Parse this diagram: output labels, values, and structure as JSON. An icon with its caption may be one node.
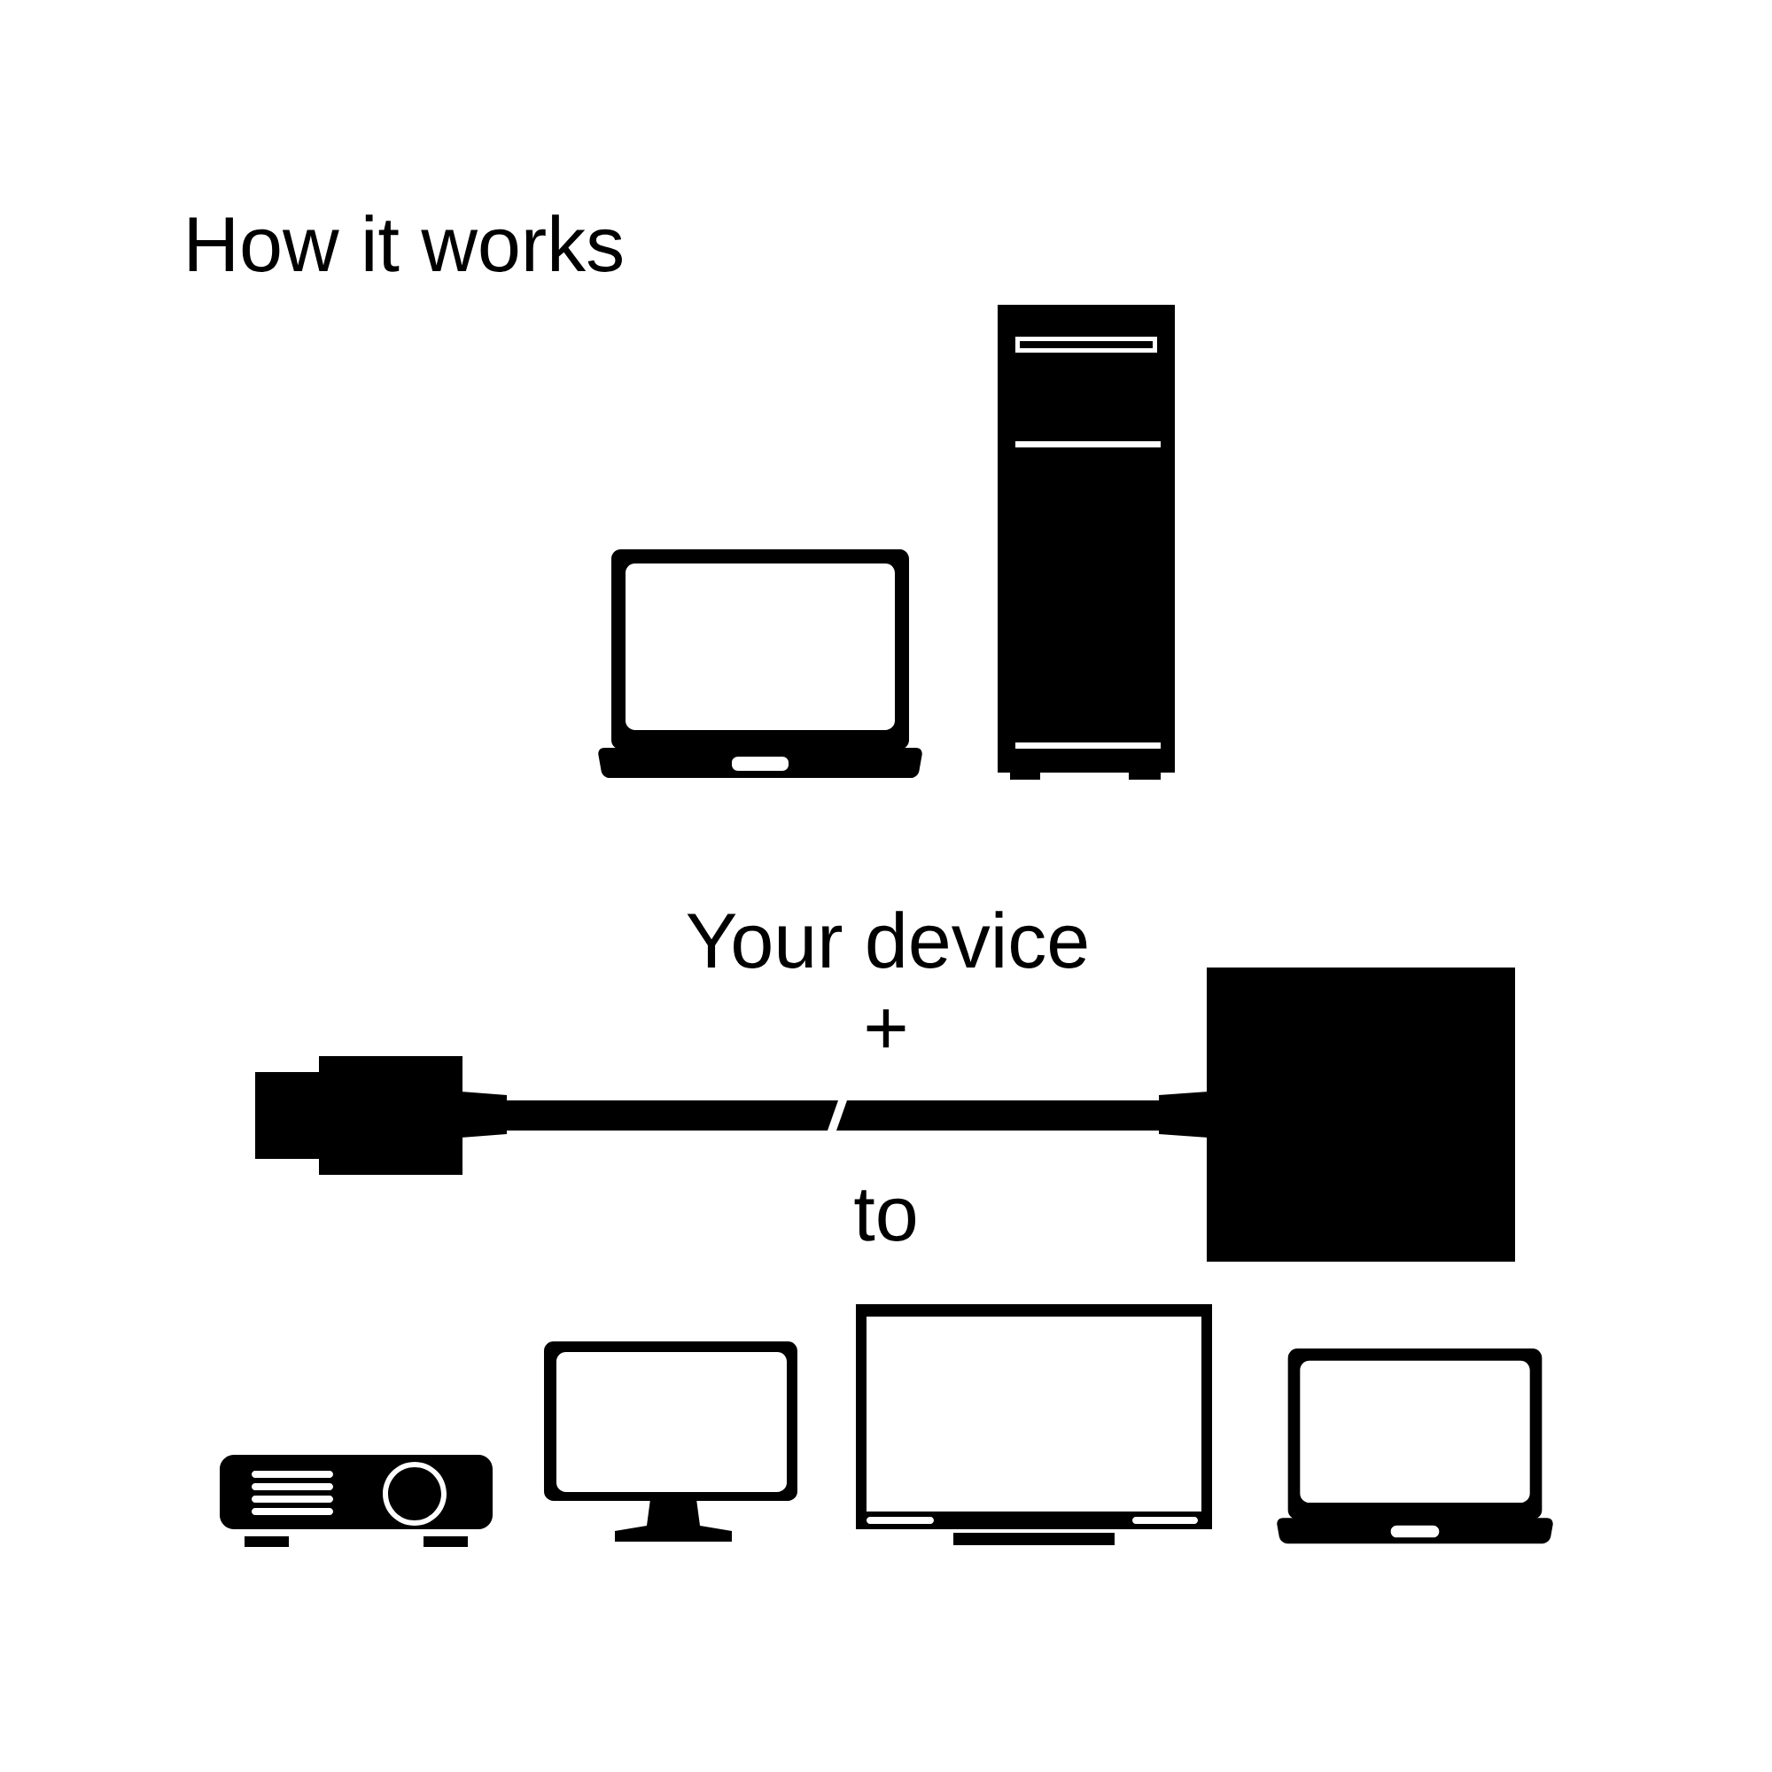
{
  "diagram": {
    "title": "How it works",
    "labels": [
      "Your device",
      "+",
      "to"
    ]
  }
}
